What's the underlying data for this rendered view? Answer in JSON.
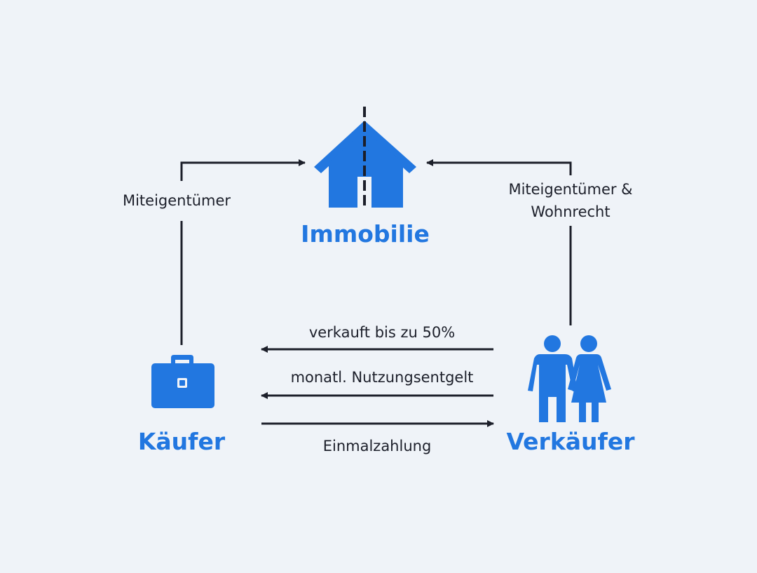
{
  "colors": {
    "background": "#eff3f8",
    "accent": "#2277e0",
    "line": "#1c1f2a"
  },
  "nodes": {
    "immobilie": {
      "label": "Immobilie",
      "icon": "house-icon"
    },
    "kaeufer": {
      "label": "Käufer",
      "icon": "briefcase-icon"
    },
    "verkaeufer": {
      "label": "Verkäufer",
      "icon": "couple-icon"
    }
  },
  "edges": {
    "kaeufer_immobilie": {
      "label": "Miteigentümer"
    },
    "verkaeufer_immobilie": {
      "label_line1": "Miteigentümer &",
      "label_line2": "Wohnrecht"
    },
    "verkauft": {
      "label": "verkauft bis zu 50%"
    },
    "nutzungsentgelt": {
      "label": "monatl. Nutzungsentgelt"
    },
    "einmalzahlung": {
      "label": "Einmalzahlung"
    }
  }
}
